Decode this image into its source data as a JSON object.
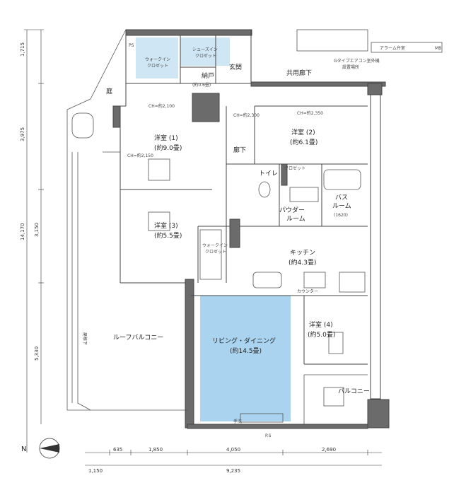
{
  "rooms": {
    "western1_name": "洋室 (1)",
    "western1_size": "(約9.0畳)",
    "western2_name": "洋室 (2)",
    "western2_size": "(約6.1畳)",
    "western3_name": "洋室 (3)",
    "western3_size": "(約5.5畳)",
    "western4_name": "洋室 (4)",
    "western4_size": "(約5.0畳)",
    "ldk_name": "リビング・ダイニング",
    "ldk_size": "(約14.5畳)",
    "kitchen_name": "キッチン",
    "kitchen_size": "(約4.3畳)",
    "bath_name": "バス",
    "bath_name2": "ルーム",
    "bath_size": "(1620)",
    "powder_name": "パウダー",
    "powder_name2": "ルーム",
    "toilet": "トイレ",
    "hall": "廊下",
    "entrance": "玄関",
    "storage": "納戸",
    "storage_size": "(約0.6畳)",
    "shoes": "シューズイン",
    "shoes2": "クロゼット",
    "wic": "ウォークイン",
    "wic2": "クロゼット",
    "wic_b": "ウォークイン",
    "wic_b2": "クロゼット",
    "closet": "クロゼット",
    "garden": "庭",
    "shared_corridor": "共用廊下",
    "alcove": "アラーム弁室",
    "roof_balcony": "ルーフバルコニー",
    "roof_vertical": "屋根下",
    "balcony": "バルコニー",
    "counter": "カウンター",
    "pipe_space": "PS",
    "mb": "MB"
  },
  "dimensions": {
    "left_top": "1,715",
    "left_mid": "3,975",
    "left_full": "14,170",
    "left_a": "3,150",
    "left_b": "5,330",
    "bottom_1": "635",
    "bottom_2": "1,850",
    "bottom_3": "4,050",
    "bottom_4": "2,690",
    "bottom_left": "1,150",
    "bottom_total": "9,235"
  },
  "notes": {
    "ch_a": "CH=約2,100",
    "ch_b": "CH=約2,350",
    "ch_c": "CH=約2,150",
    "ch_d": "CH=約2,300",
    "aircon": "Gタイプエアコン室外機",
    "aircon2": "設置場所",
    "sink": "手洗",
    "pos": "P.S"
  },
  "compass": {
    "north": "N"
  },
  "colors": {
    "blue_fill": "#a9d3ee",
    "wall": "#6b6b6b",
    "line": "#444444"
  }
}
